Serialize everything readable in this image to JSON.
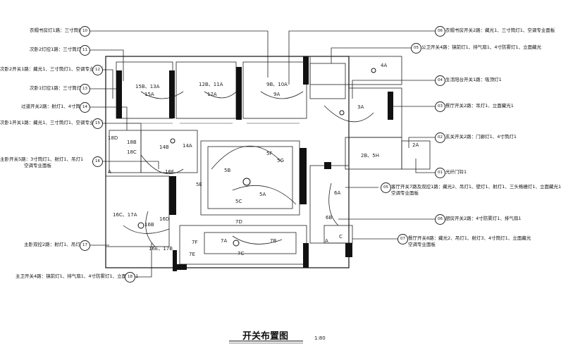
{
  "title": "开关布置图",
  "scale": "1:80",
  "left_callouts": [
    {
      "num": "10",
      "text": "衣帽书房灯1路：三寸筒灯1"
    },
    {
      "num": "11",
      "text": "次卧2灯控1路：三寸筒灯1"
    },
    {
      "num": "12",
      "text": "次卧2开关1路：藏光1、三寸筒灯1、空调专业面板"
    },
    {
      "num": "13",
      "text": "次卧1灯控1路：三寸筒灯1"
    },
    {
      "num": "14",
      "text": "过道开关2路：射灯1、4寸筒灯1"
    },
    {
      "num": "15",
      "text": "次卧1开关1路：藏光1、三寸筒灯1、空调专业面板"
    },
    {
      "num": "16",
      "text": "主卧开关5路：3寸筒灯1、射灯1、吊灯1",
      "sub": "空调专业面板"
    },
    {
      "num": "17",
      "text": "主卧双控2路：射灯1、吊灯1"
    },
    {
      "num": "18",
      "text": "主卫开关4路：镜前灯1、排气扇1、4寸防雾灯1、立面藏光1"
    }
  ],
  "right_callouts": [
    {
      "num": "06",
      "text": "衣帽书房开关2路：藏光1、三寸筒灯1、空调专业面板"
    },
    {
      "num": "05",
      "text": "公卫开关4路：镜前灯1、排气扇1、4寸防雾灯1、立面藏光"
    },
    {
      "num": "04",
      "text": "生活阳台开关1路：吸顶灯1"
    },
    {
      "num": "03",
      "text": "餐厅开关2路：吊灯1、立面藏光1"
    },
    {
      "num": "02",
      "text": "玄关开关2路：门廊灯1、4寸筒灯1"
    },
    {
      "num": "01",
      "text": "光纤门铃1"
    },
    {
      "num": "05",
      "text": "客厅开关7路及双控1路：藏光2、吊灯1、壁灯1、射灯1、三头格栅灯1、立面藏光1",
      "sub": "空调专业面板"
    },
    {
      "num": "06",
      "text": "厨房开关2路：4寸防雾灯1、排气扇1"
    },
    {
      "num": "07",
      "text": "餐厅开关8路：藏光2、吊灯1、射灯3、4寸筒灯1、立面藏光",
      "sub": "空调专业面板"
    }
  ],
  "room_labels": [
    "15B、13A",
    "15A",
    "12B、11A",
    "12A",
    "9B、10A",
    "9A",
    "4A",
    "3A",
    "2B、5H",
    "2A",
    "18D",
    "18B",
    "18C",
    "14B",
    "14A",
    "16F",
    "5B",
    "5F",
    "5G",
    "5E",
    "5A",
    "5C",
    "6A",
    "6B",
    "16C、17A",
    "16B",
    "16D",
    "16E、17B",
    "7A",
    "7B",
    "7C",
    "7E",
    "7D",
    "7F",
    "A",
    "C",
    "A"
  ],
  "colors": {
    "wall": "#1a1a1a",
    "line": "#333333",
    "paper": "#ffffff"
  }
}
